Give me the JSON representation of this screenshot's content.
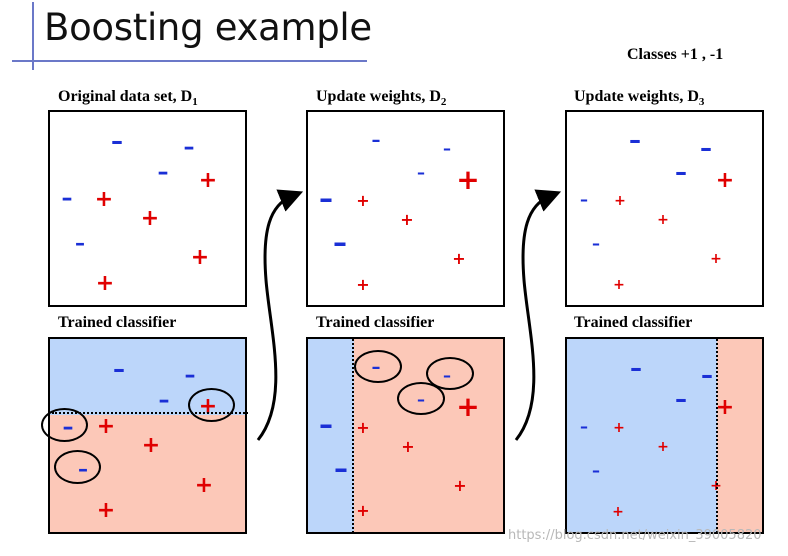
{
  "slide": {
    "title": "Boosting example",
    "classes": "Classes  +1 , -1"
  },
  "labels": {
    "d1_text": "Original data set,  D",
    "d1_sub": "1",
    "d2_text": "Update weights,  D",
    "d2_sub": "2",
    "d3_text": "Update weights,  D",
    "d3_sub": "3",
    "trained": "Trained classifier"
  },
  "symbols": {
    "plus": "+",
    "minus": "–"
  },
  "colors": {
    "positive_region": "#fcc8b8",
    "negative_region": "#bcd6fa",
    "plus": "#e00000",
    "minus": "#1a2fd6"
  },
  "watermark": "https://blog.csdn.net/weixin_39005820"
}
